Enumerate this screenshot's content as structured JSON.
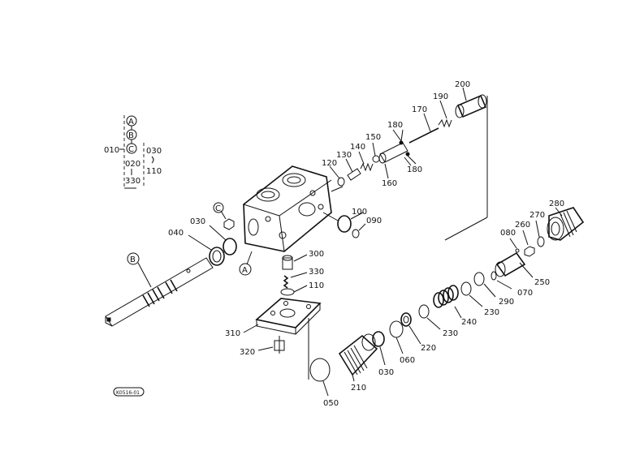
{
  "legend": {
    "main_code": "010",
    "letters": [
      "A",
      "B",
      "C"
    ],
    "sub_codes_left": [
      "020",
      "330"
    ],
    "sub_codes_right": [
      "030",
      "110"
    ]
  },
  "parts": {
    "p200": "200",
    "p190": "190",
    "p170": "170",
    "p180a": "180",
    "p180b": "180",
    "p150": "150",
    "p140": "140",
    "p130": "130",
    "p120": "120",
    "p160": "160",
    "p100": "100",
    "p090": "090",
    "p030a": "030",
    "p040": "040",
    "p300": "300",
    "p330": "330",
    "p110": "110",
    "p310": "310",
    "p320": "320",
    "p280": "280",
    "p270": "270",
    "p260": "260",
    "p080": "080",
    "p250": "250",
    "p070": "070",
    "p290": "290",
    "p230a": "230",
    "p240": "240",
    "p230b": "230",
    "p220": "220",
    "p060": "060",
    "p030b": "030",
    "p210": "210",
    "p050": "050"
  },
  "callouts": {
    "A_body": "A",
    "B_shaft": "B",
    "C_nut": "C"
  },
  "footer_code": "K0516-01"
}
